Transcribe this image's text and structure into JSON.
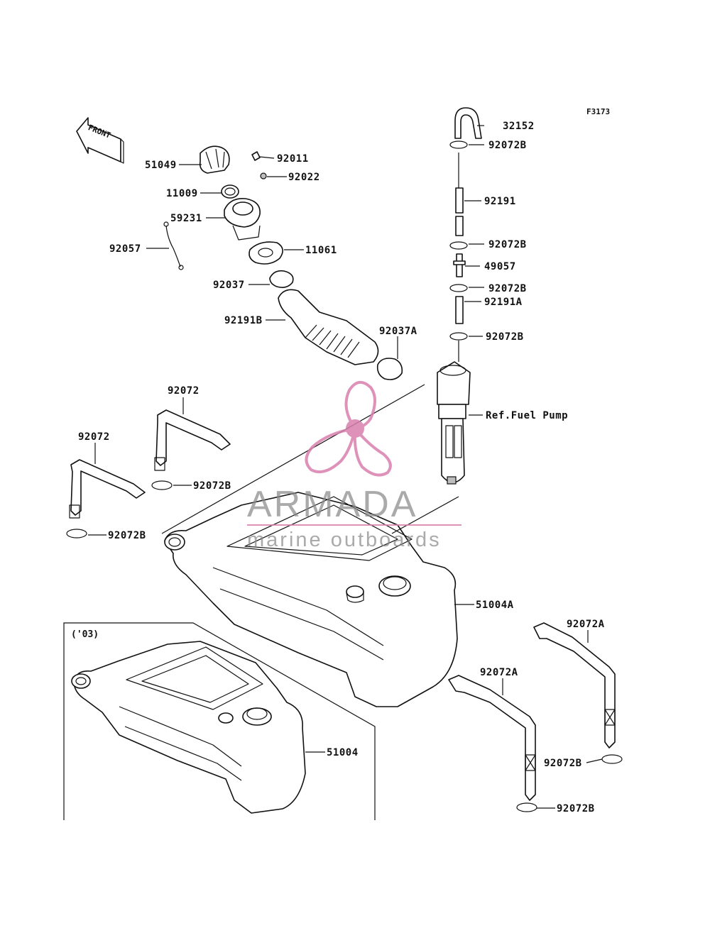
{
  "figure_code": "F3173",
  "front_arrow_label": "FRONT",
  "inset_note": "('03)",
  "watermark": {
    "name": "ARMADA",
    "tagline": "marine outboards",
    "accent_color": "#d97fae"
  },
  "callouts": {
    "p32152": "32152",
    "p92072b_1": "92072B",
    "p92191": "92191",
    "p92072b_2": "92072B",
    "p49057": "49057",
    "p92072b_3": "92072B",
    "p92191a": "92191A",
    "p92072b_4": "92072B",
    "ref_fuel_pump": "Ref.Fuel Pump",
    "p51049": "51049",
    "p92011": "92011",
    "p92022": "92022",
    "p11009": "11009",
    "p59231": "59231",
    "p92057": "92057",
    "p11061": "11061",
    "p92037": "92037",
    "p92191b": "92191B",
    "p92037a": "92037A",
    "p92072_a": "92072",
    "p92072_b": "92072",
    "p92072b_5": "92072B",
    "p92072b_6": "92072B",
    "p51004a": "51004A",
    "p92072a_1": "92072A",
    "p92072a_2": "92072A",
    "p51004": "51004",
    "p92072b_7": "92072B",
    "p92072b_8": "92072B"
  }
}
